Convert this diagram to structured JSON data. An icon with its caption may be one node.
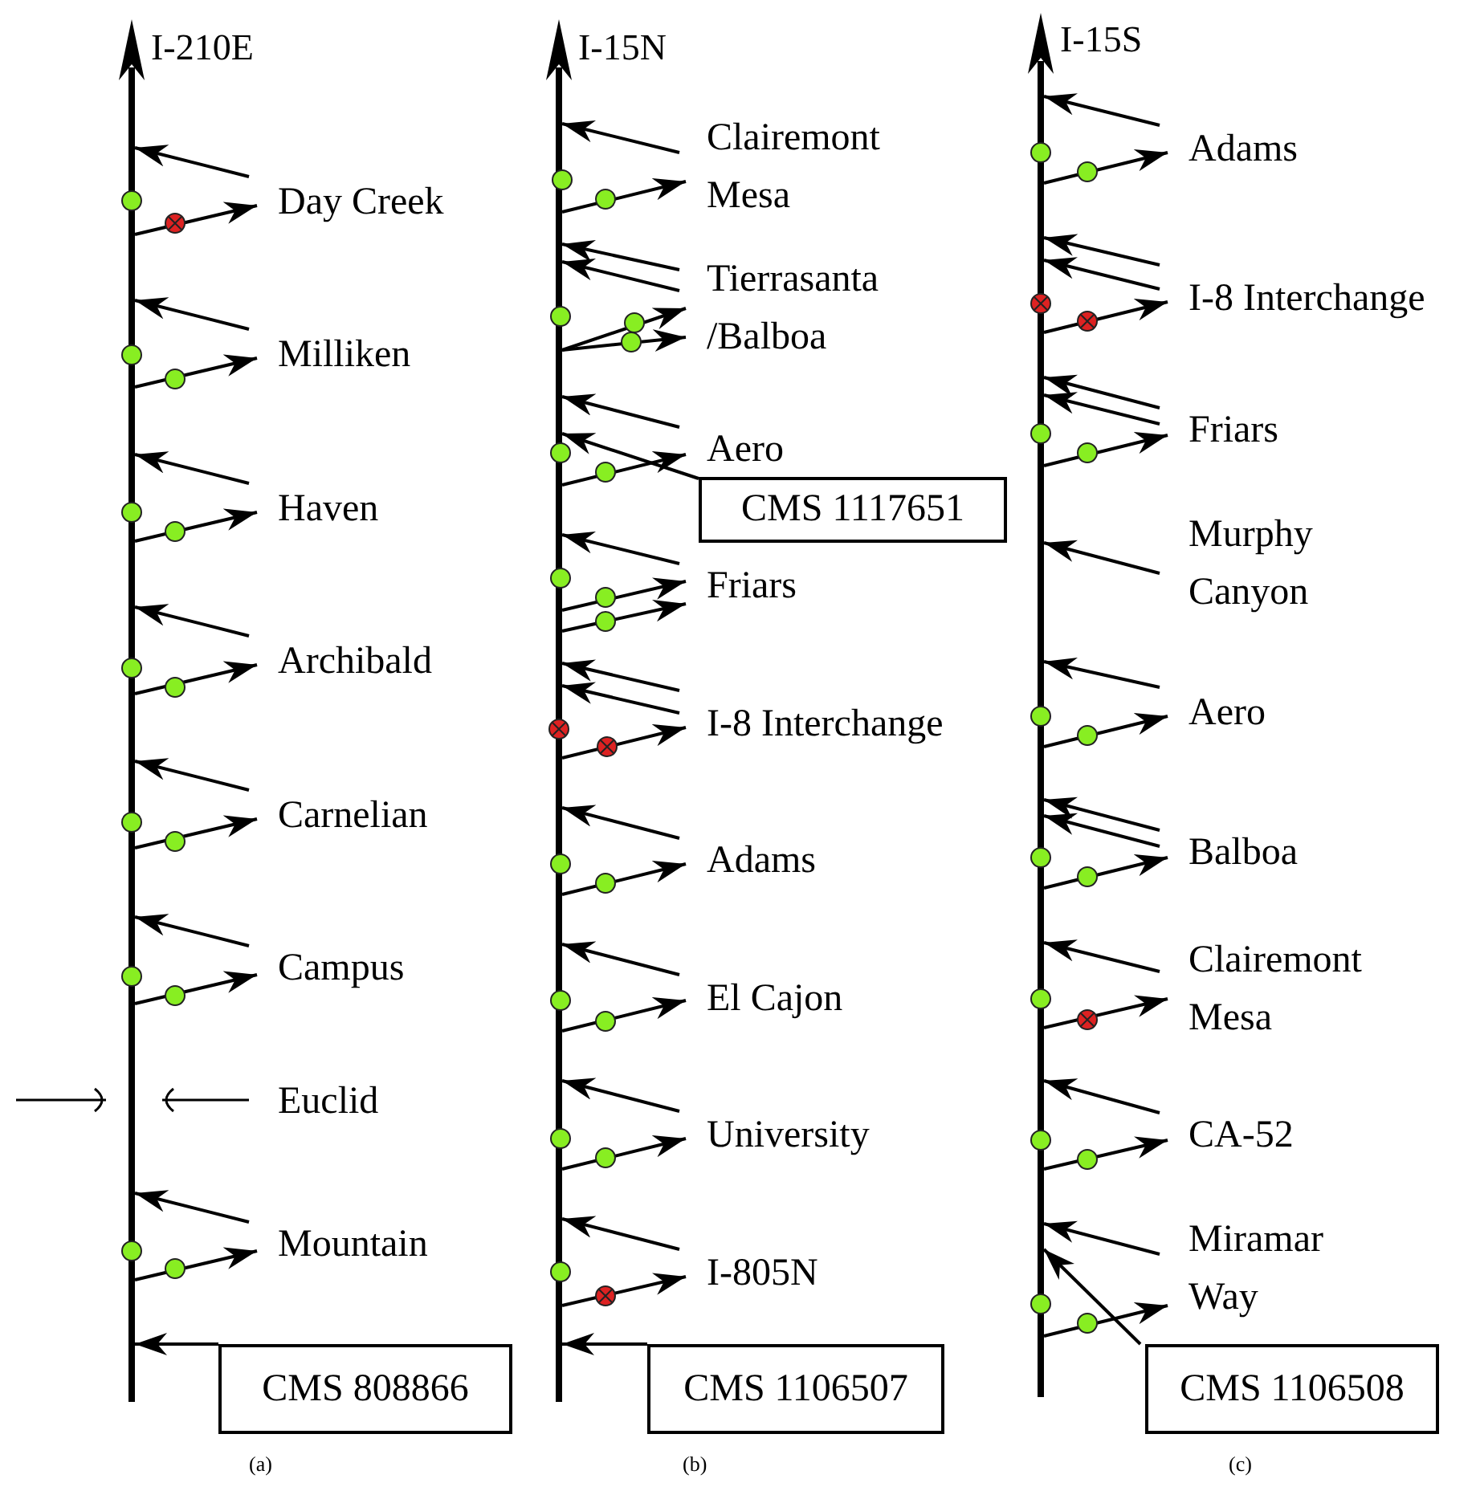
{
  "diagram": {
    "nodes": [
      {
        "text": [
          "I-210E"
        ]
      },
      {
        "text": [
          "I-15N"
        ]
      },
      {
        "text": [
          "I-15S"
        ]
      },
      {
        "text": [
          "CMS 808866"
        ]
      },
      {
        "text": [
          "CMS 1117651"
        ]
      },
      {
        "text": [
          "CMS 1106507"
        ]
      },
      {
        "text": [
          "CMS 1106508"
        ]
      },
      {
        "text": [
          "Day Creek"
        ]
      },
      {
        "text": [
          "Milliken"
        ]
      },
      {
        "text": [
          "Haven"
        ]
      },
      {
        "text": [
          "Archibald"
        ]
      },
      {
        "text": [
          "Carnelian"
        ]
      },
      {
        "text": [
          "Campus"
        ]
      },
      {
        "text": [
          "Mountain"
        ]
      },
      {
        "text": [
          "Clairemont Mesa"
        ]
      },
      {
        "text": [
          "Tierrasanta /Balboa"
        ]
      },
      {
        "text": [
          "Aero"
        ]
      },
      {
        "text": [
          "Friars"
        ]
      },
      {
        "text": [
          "I-8 Interchange"
        ]
      },
      {
        "text": [
          "Adams"
        ]
      },
      {
        "text": [
          "El Cajon"
        ]
      },
      {
        "text": [
          "University"
        ]
      },
      {
        "text": [
          "I-805N"
        ]
      },
      {
        "text": [
          "Adams"
        ]
      },
      {
        "text": [
          "I-8 Interchange"
        ]
      },
      {
        "text": [
          "Friars"
        ]
      },
      {
        "text": [
          "Murphy Canyon"
        ]
      },
      {
        "text": [
          "Aero"
        ]
      },
      {
        "text": [
          "Balboa"
        ]
      },
      {
        "text": [
          "Clairemont Mesa"
        ]
      },
      {
        "text": [
          "CA-52"
        ]
      },
      {
        "text": [
          "Miramar Way"
        ]
      }
    ],
    "edges": [
      {
        "from": 7,
        "to": 0,
        "arrow": "to"
      },
      {
        "from": 0,
        "to": 7,
        "arrow": "to"
      },
      {
        "from": 8,
        "to": 0,
        "arrow": "to"
      },
      {
        "from": 0,
        "to": 8,
        "arrow": "to"
      },
      {
        "from": 9,
        "to": 0,
        "arrow": "to"
      },
      {
        "from": 0,
        "to": 9,
        "arrow": "to"
      },
      {
        "from": 10,
        "to": 0,
        "arrow": "to"
      },
      {
        "from": 0,
        "to": 10,
        "arrow": "to"
      },
      {
        "from": 11,
        "to": 0,
        "arrow": "to"
      },
      {
        "from": 0,
        "to": 11,
        "arrow": "to"
      },
      {
        "from": 12,
        "to": 0,
        "arrow": "to"
      },
      {
        "from": 0,
        "to": 12,
        "arrow": "to"
      },
      {
        "from": 13,
        "to": 0,
        "arrow": "to"
      },
      {
        "from": 0,
        "to": 13,
        "arrow": "to"
      },
      {
        "from": 3,
        "to": 0,
        "arrow": "to"
      },
      {
        "from": 14,
        "to": 1,
        "arrow": "to"
      },
      {
        "from": 1,
        "to": 14,
        "arrow": "to"
      },
      {
        "from": 15,
        "to": 1,
        "arrow": "to"
      },
      {
        "from": 15,
        "to": 1,
        "arrow": "to"
      },
      {
        "from": 1,
        "to": 15,
        "arrow": "to"
      },
      {
        "from": 1,
        "to": 15,
        "arrow": "to"
      },
      {
        "from": 16,
        "to": 1,
        "arrow": "to"
      },
      {
        "from": 4,
        "to": 1,
        "arrow": "to"
      },
      {
        "from": 1,
        "to": 16,
        "arrow": "to"
      },
      {
        "from": 17,
        "to": 1,
        "arrow": "to"
      },
      {
        "from": 1,
        "to": 17,
        "arrow": "to"
      },
      {
        "from": 1,
        "to": 17,
        "arrow": "to"
      },
      {
        "from": 18,
        "to": 1,
        "arrow": "to"
      },
      {
        "from": 18,
        "to": 1,
        "arrow": "to"
      },
      {
        "from": 1,
        "to": 18,
        "arrow": "to"
      },
      {
        "from": 19,
        "to": 1,
        "arrow": "to"
      },
      {
        "from": 1,
        "to": 19,
        "arrow": "to"
      },
      {
        "from": 20,
        "to": 1,
        "arrow": "to"
      },
      {
        "from": 1,
        "to": 20,
        "arrow": "to"
      },
      {
        "from": 21,
        "to": 1,
        "arrow": "to"
      },
      {
        "from": 1,
        "to": 21,
        "arrow": "to"
      },
      {
        "from": 22,
        "to": 1,
        "arrow": "to"
      },
      {
        "from": 1,
        "to": 22,
        "arrow": "to"
      },
      {
        "from": 5,
        "to": 1,
        "arrow": "to"
      },
      {
        "from": 23,
        "to": 2,
        "arrow": "to"
      },
      {
        "from": 2,
        "to": 23,
        "arrow": "to"
      },
      {
        "from": 24,
        "to": 2,
        "arrow": "to"
      },
      {
        "from": 24,
        "to": 2,
        "arrow": "to"
      },
      {
        "from": 2,
        "to": 24,
        "arrow": "to"
      },
      {
        "from": 25,
        "to": 2,
        "arrow": "to"
      },
      {
        "from": 25,
        "to": 2,
        "arrow": "to"
      },
      {
        "from": 2,
        "to": 25,
        "arrow": "to"
      },
      {
        "from": 26,
        "to": 2,
        "arrow": "to"
      },
      {
        "from": 27,
        "to": 2,
        "arrow": "to"
      },
      {
        "from": 2,
        "to": 27,
        "arrow": "to"
      },
      {
        "from": 28,
        "to": 2,
        "arrow": "to"
      },
      {
        "from": 28,
        "to": 2,
        "arrow": "to"
      },
      {
        "from": 2,
        "to": 28,
        "arrow": "to"
      },
      {
        "from": 29,
        "to": 2,
        "arrow": "to"
      },
      {
        "from": 2,
        "to": 29,
        "arrow": "to"
      },
      {
        "from": 30,
        "to": 2,
        "arrow": "to"
      },
      {
        "from": 2,
        "to": 30,
        "arrow": "to"
      },
      {
        "from": 31,
        "to": 2,
        "arrow": "to"
      },
      {
        "from": 6,
        "to": 2,
        "arrow": "to"
      },
      {
        "from": 2,
        "to": 31,
        "arrow": "to"
      }
    ],
    "labels": [
      "Euclid",
      "(a)",
      "(b)",
      "(c)"
    ]
  }
}
